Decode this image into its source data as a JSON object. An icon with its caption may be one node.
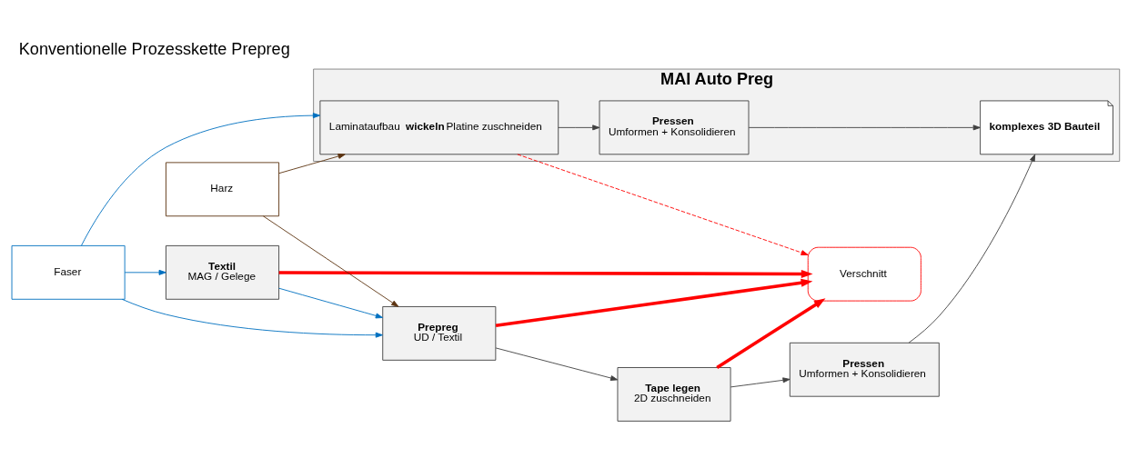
{
  "diagram": {
    "title": "Konventionelle Prozesskette Prepreg",
    "nodes": [
      {
        "text": [
          "Textil",
          "MAG / Gelege"
        ]
      },
      {
        "text": [
          "Prepreg",
          "UD / Textil"
        ]
      },
      {
        "text": [
          "Tape legen",
          "2D zuschneiden"
        ]
      },
      {
        "text": [
          "Pressen",
          "Umformen + Konsolidieren"
        ]
      },
      {
        "text": [
          "Verschnitt"
        ]
      },
      {
        "text": [
          "MAI Auto Preg"
        ]
      },
      {
        "text": [
          "Faser"
        ]
      },
      {
        "text": [
          "Laminataufbau **wickeln** Platine zuschneiden"
        ],
        "in": 5
      },
      {
        "text": [
          "Pressen",
          "Umformen + Konsolidieren"
        ],
        "in": 5
      },
      {
        "text": [
          "komplexes 3D Bauteil"
        ],
        "in": 5
      },
      {
        "text": [
          "Harz"
        ]
      }
    ],
    "edges": [
      {
        "from": 0,
        "to": 1,
        "arrow": "to",
        "color": "#0070c0"
      },
      {
        "from": 0,
        "to": 4,
        "arrow": "to",
        "style": "thick",
        "color": "#ff0000"
      },
      {
        "from": 1,
        "to": 2,
        "arrow": "to"
      },
      {
        "from": 1,
        "to": 4,
        "arrow": "to",
        "style": "thick",
        "color": "#ff0000"
      },
      {
        "from": 2,
        "to": 3,
        "arrow": "to"
      },
      {
        "from": 2,
        "to": 4,
        "arrow": "to",
        "style": "thick",
        "color": "#ff0000"
      },
      {
        "from": 3,
        "to": 9,
        "arrow": "to"
      },
      {
        "from": 6,
        "to": 0,
        "arrow": "to",
        "color": "#0070c0"
      },
      {
        "from": 6,
        "to": 1,
        "arrow": "to",
        "color": "#0070c0"
      },
      {
        "from": 6,
        "to": 7,
        "arrow": "to",
        "color": "#0070c0"
      },
      {
        "from": 10,
        "to": 1,
        "arrow": "to",
        "color": "#5c3310"
      },
      {
        "from": 10,
        "to": 7,
        "arrow": "to",
        "color": "#5c3310"
      },
      {
        "from": 7,
        "to": 4,
        "arrow": "to",
        "style": "dashed",
        "color": "#ff0000"
      },
      {
        "from": 7,
        "to": 8,
        "arrow": "to"
      },
      {
        "from": 8,
        "to": 9,
        "arrow": "to"
      }
    ]
  }
}
